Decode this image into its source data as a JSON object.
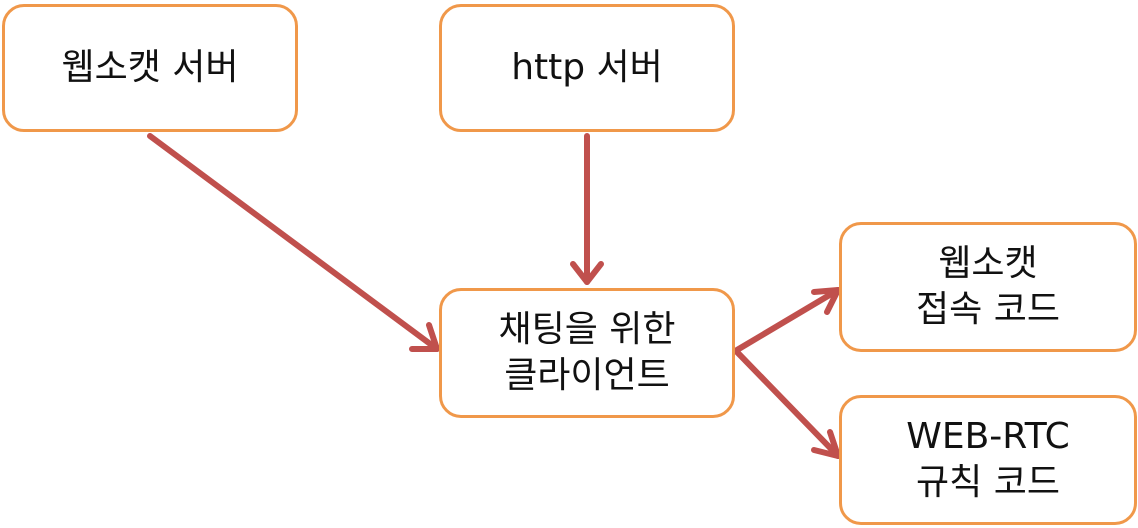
{
  "nodes": {
    "websocket_server": {
      "line1": "웹소캣 서버"
    },
    "http_server": {
      "line1": "http 서버"
    },
    "chat_client": {
      "line1": "채팅을 위한",
      "line2": "클라이언트"
    },
    "ws_connect_code": {
      "line1": "웹소캣",
      "line2": "접속 코드"
    },
    "webrtc_code": {
      "line1": "WEB-RTC",
      "line2": "규칙 코드"
    }
  },
  "edges": [
    {
      "from": "websocket_server",
      "to": "chat_client"
    },
    {
      "from": "http_server",
      "to": "chat_client"
    },
    {
      "from": "chat_client",
      "to": "ws_connect_code"
    },
    {
      "from": "chat_client",
      "to": "webrtc_code"
    }
  ],
  "colors": {
    "node_border": "#f0984a",
    "arrow": "#c0504d"
  }
}
